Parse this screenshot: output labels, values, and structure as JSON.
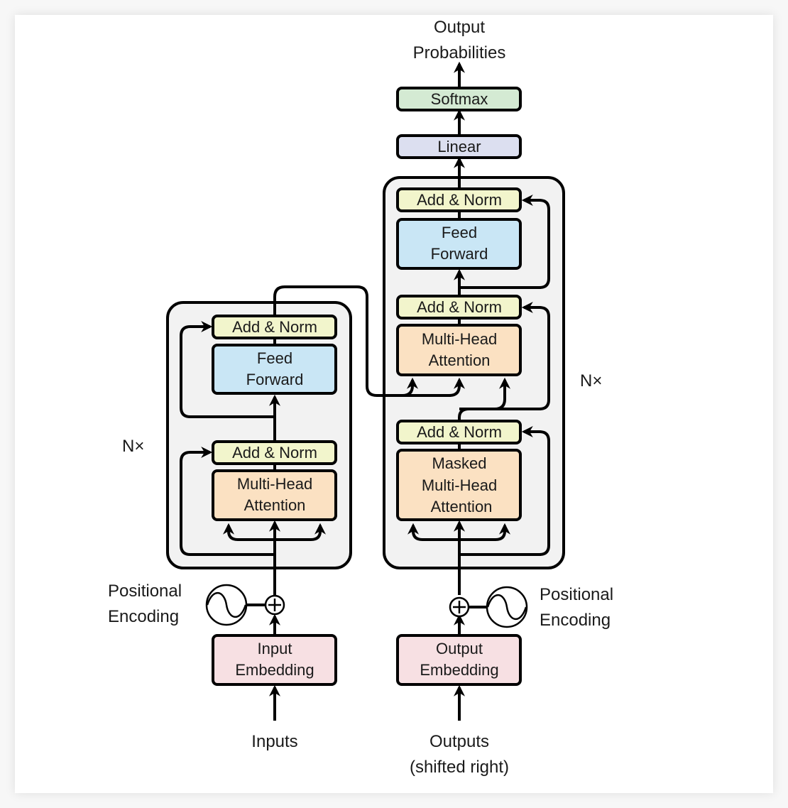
{
  "title": "Transformer model architecture",
  "colors": {
    "add_norm": "#f2f5cc",
    "feed_forward": "#c9e6f5",
    "attention": "#fbe1c2",
    "embedding": "#f7e0e3",
    "linear": "#dcdff0",
    "softmax": "#d4ead3",
    "stack_bg": "#f2f2f2",
    "stroke": "#000000"
  },
  "encoder": {
    "repeat_label": "N×",
    "add_norm_top": "Add & Norm",
    "feed_forward": [
      "Feed",
      "Forward"
    ],
    "add_norm_bottom": "Add & Norm",
    "attention": [
      "Multi-Head",
      "Attention"
    ],
    "positional_encoding": [
      "Positional",
      "Encoding"
    ],
    "embedding": [
      "Input",
      "Embedding"
    ],
    "input_label": "Inputs"
  },
  "decoder": {
    "repeat_label": "N×",
    "add_norm_top": "Add & Norm",
    "feed_forward": [
      "Feed",
      "Forward"
    ],
    "add_norm_middle": "Add & Norm",
    "cross_attention": [
      "Multi-Head",
      "Attention"
    ],
    "add_norm_bottom": "Add & Norm",
    "masked_attention": [
      "Masked",
      "Multi-Head",
      "Attention"
    ],
    "positional_encoding": [
      "Positional",
      "Encoding"
    ],
    "embedding": [
      "Output",
      "Embedding"
    ],
    "input_label": [
      "Outputs",
      "(shifted right)"
    ]
  },
  "head": {
    "linear": "Linear",
    "softmax": "Softmax",
    "output_label": [
      "Output",
      "Probabilities"
    ]
  }
}
